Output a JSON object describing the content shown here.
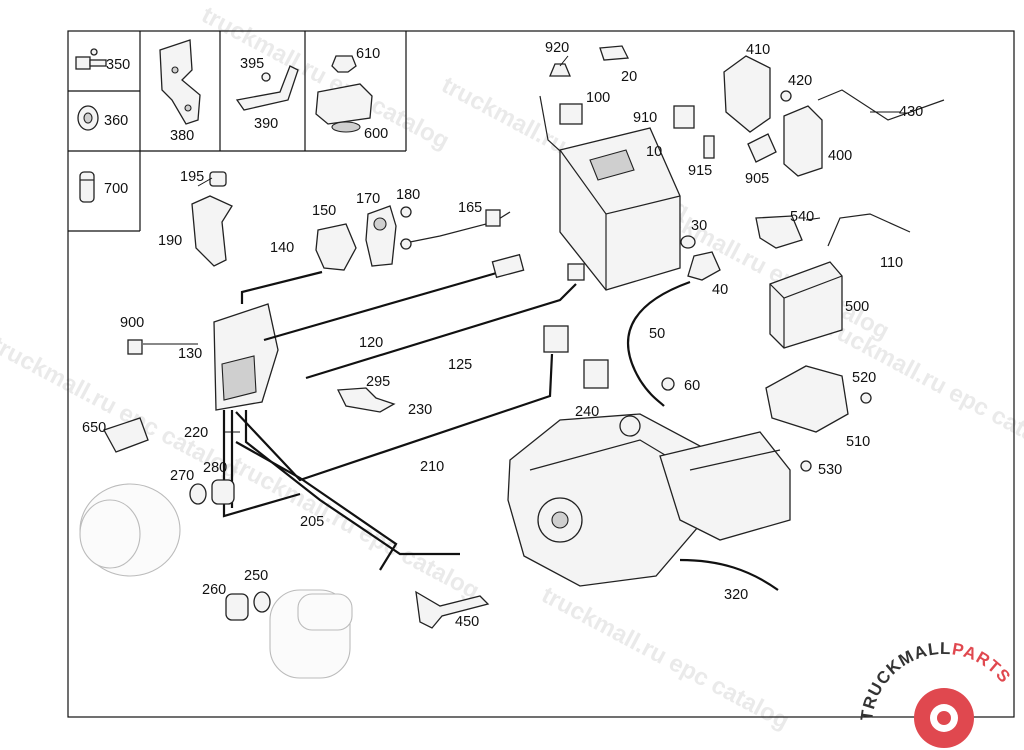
{
  "diagram": {
    "labels": {
      "l350": "350",
      "l380": "380",
      "l360": "360",
      "l395": "395",
      "l390": "390",
      "l610": "610",
      "l600": "600",
      "l700": "700",
      "l920": "920",
      "l20": "20",
      "l100": "100",
      "l410": "410",
      "l420": "420",
      "l430": "430",
      "l910": "910",
      "l10": "10",
      "l400": "400",
      "l915": "915",
      "l905": "905",
      "l195": "195",
      "l190": "190",
      "l150": "150",
      "l170": "170",
      "l180": "180",
      "l165": "165",
      "l140": "140",
      "l30": "30",
      "l540": "540",
      "l110": "110",
      "l40": "40",
      "l500": "500",
      "l900": "900",
      "l130": "130",
      "l120": "120",
      "l125": "125",
      "l50": "50",
      "l60": "60",
      "l295": "295",
      "l230": "230",
      "l240": "240",
      "l520": "520",
      "l650": "650",
      "l220": "220",
      "l210": "210",
      "l510": "510",
      "l270": "270",
      "l280": "280",
      "l530": "530",
      "l205": "205",
      "l260": "260",
      "l250": "250",
      "l320": "320",
      "l450": "450"
    },
    "watermark": "truckmall.ru epc catalog",
    "logo": {
      "prefix": "TRUCKMALL",
      "suffix": "PARTS",
      "accent": "#e0484f",
      "dark": "#333333"
    }
  }
}
